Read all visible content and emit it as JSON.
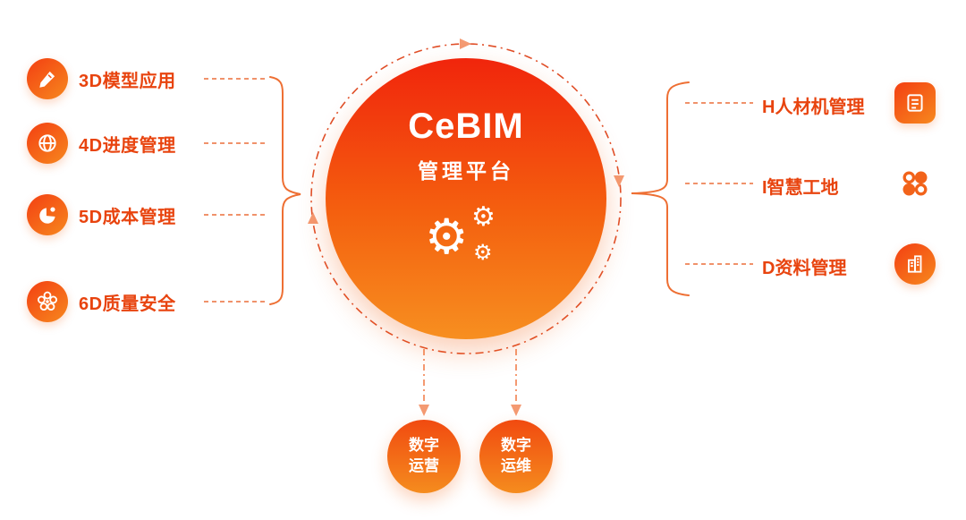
{
  "center": {
    "title": "CeBIM",
    "subtitle": "管理平台"
  },
  "left_items": [
    {
      "label": "3D模型应用",
      "icon": "design-pen-icon"
    },
    {
      "label": "4D进度管理",
      "icon": "globe-icon"
    },
    {
      "label": "5D成本管理",
      "icon": "pie-chart-icon"
    },
    {
      "label": "6D质量安全",
      "icon": "flower-icon"
    }
  ],
  "right_items": [
    {
      "label": "H人材机管理",
      "icon": "document-icon"
    },
    {
      "label": "I智慧工地",
      "icon": "nodes-icon"
    },
    {
      "label": "D资料管理",
      "icon": "building-icon"
    }
  ],
  "bottom_items": [
    {
      "label": "数字运营"
    },
    {
      "label": "数字运维"
    }
  ],
  "colors": {
    "primary_red": "#f1250c",
    "primary_orange": "#f78f20",
    "label_text": "#e8440f",
    "connector": "#f0926b",
    "ring": "#e04f28"
  }
}
